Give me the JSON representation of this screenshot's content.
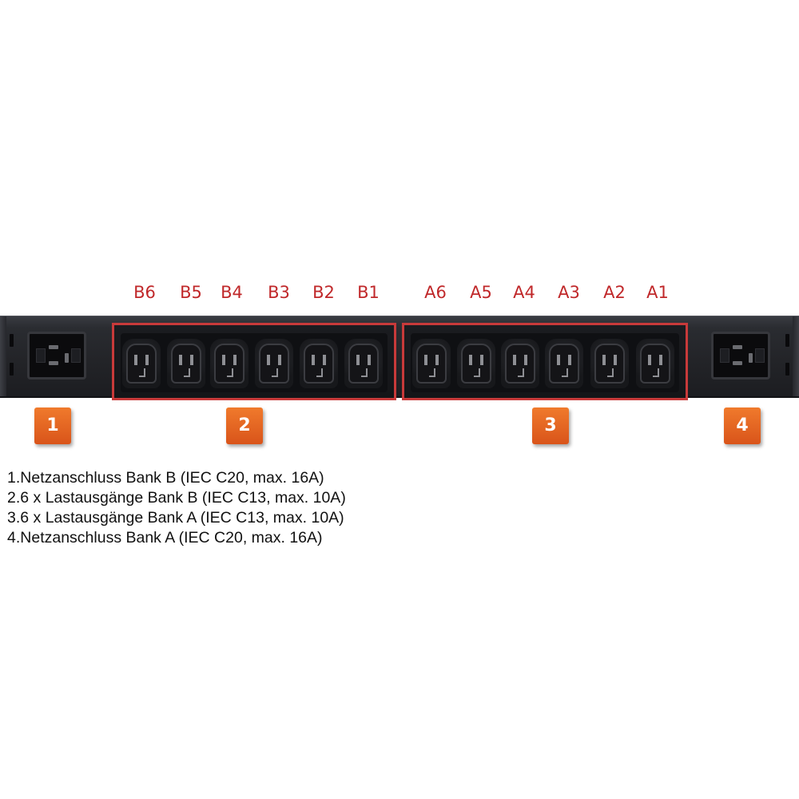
{
  "outlet_labels": {
    "bank_b": [
      "B6",
      "B5",
      "B4",
      "B3",
      "B2",
      "B1"
    ],
    "bank_a": [
      "A6",
      "A5",
      "A4",
      "A3",
      "A2",
      "A1"
    ]
  },
  "badges": [
    "1",
    "2",
    "3",
    "4"
  ],
  "legend": [
    "1.Netzanschluss Bank B (IEC C20, max. 16A)",
    "2.6 x Lastausgänge Bank B (IEC C13, max. 10A)",
    "3.6 x Lastausgänge Bank A (IEC C13, max. 10A)",
    "4.Netzanschluss Bank A (IEC C20, max. 16A)"
  ],
  "colors": {
    "label_red": "#c0282a",
    "bank_frame_red": "#c83a3a",
    "badge_orange": "#e8661f",
    "pdu_body": "#232428"
  },
  "icons": [
    "iec-c20-inlet-icon",
    "iec-c13-outlet-icon"
  ]
}
